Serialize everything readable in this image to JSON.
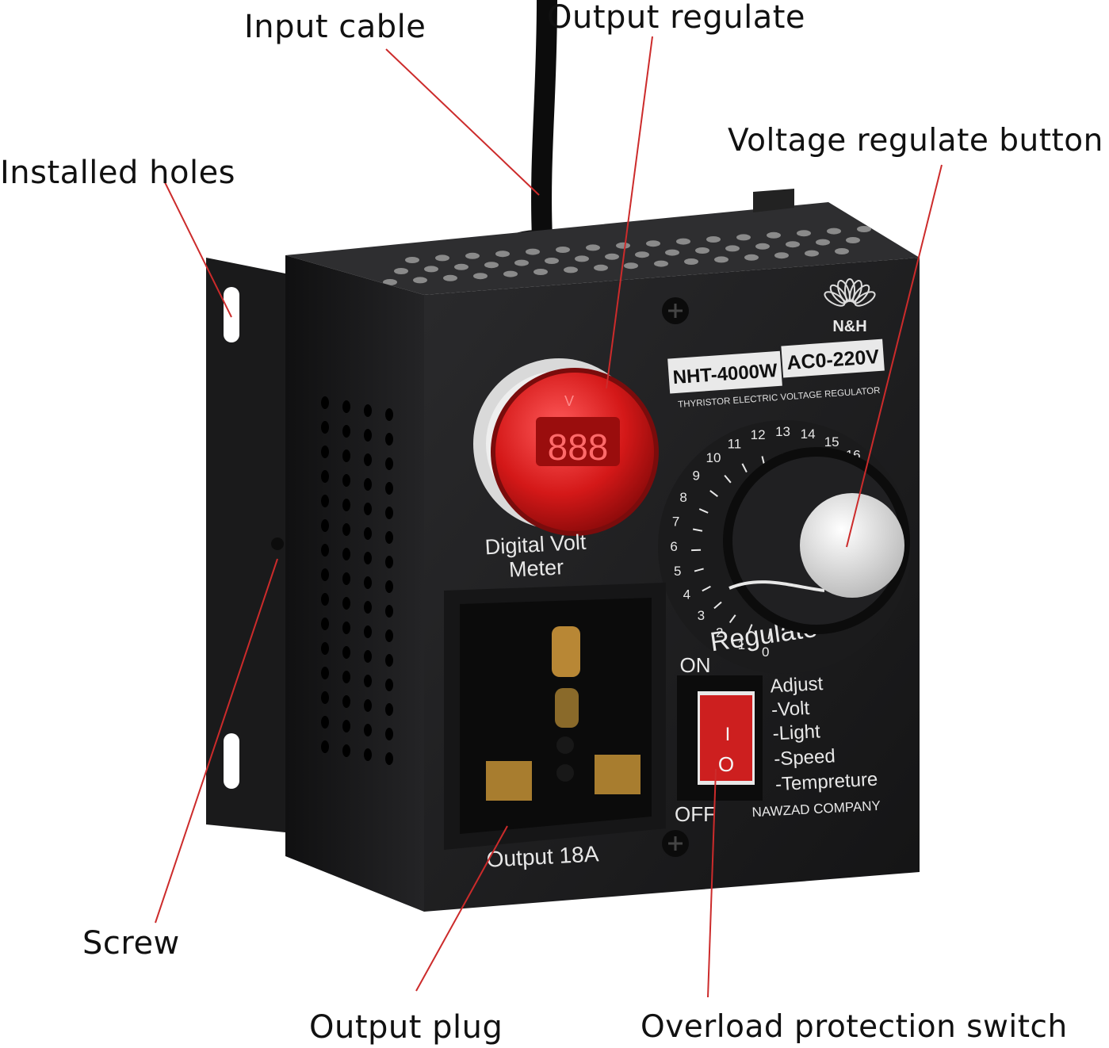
{
  "callouts": {
    "input_cable": "Input cable",
    "output_regulate": "Output regulate",
    "voltage_regulate_button": "Voltage regulate button",
    "installed_holes": "Installed holes",
    "screw": "Screw",
    "output_plug": "Output plug",
    "overload_protection_switch": "Overload protection switch"
  },
  "device": {
    "brand": "N&H",
    "model": "NHT-4000W",
    "range": "AC0-220V",
    "subtitle": "THYRISTOR ELECTRIC VOLTAGE REGULATOR",
    "meter_label_line1": "Digital Volt",
    "meter_label_line2": "Meter",
    "meter_display": "888",
    "dial_label": "Regulate",
    "dial_numbers": [
      "0",
      "1",
      "2",
      "3",
      "4",
      "5",
      "6",
      "7",
      "8",
      "9",
      "10",
      "11",
      "12",
      "13",
      "14",
      "15",
      "16"
    ],
    "switch_on": "ON",
    "switch_off": "OFF",
    "switch_mark_on": "I",
    "switch_mark_off": "O",
    "adjust_title": "Adjust",
    "adjust_items": [
      "-Volt",
      "-Light",
      "-Speed",
      "-Tempreture"
    ],
    "company": "NAWZAD COMPANY",
    "socket_label": "Output 18A"
  },
  "colors": {
    "leader_line": "#cc2b2b",
    "body": "#1d1d1f",
    "meter_lens": "#d41818",
    "text_on_body": "#e8e8e8"
  }
}
